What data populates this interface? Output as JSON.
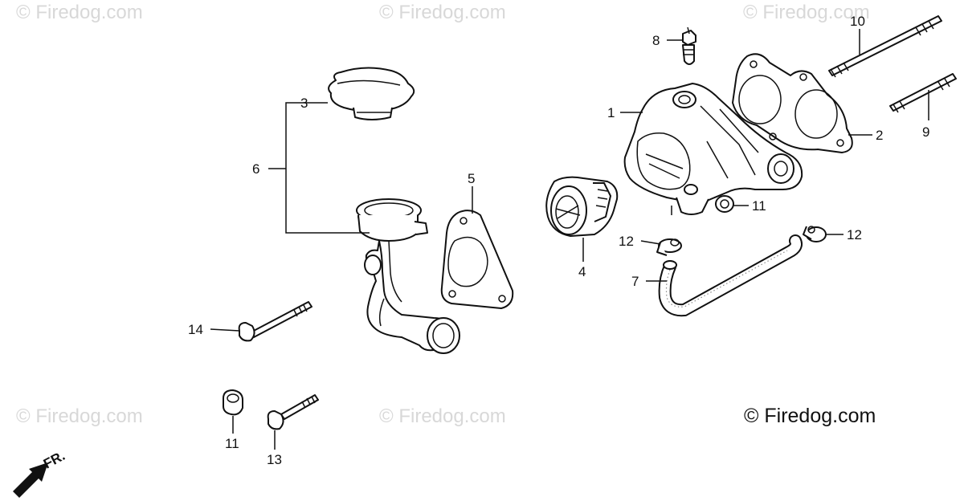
{
  "watermarks": [
    "© Firedog.com",
    "© Firedog.com",
    "© Firedog.com",
    "© Firedog.com",
    "© Firedog.com"
  ],
  "brand_mark": "© Firedog.com",
  "direction_label": "FR.",
  "callouts": {
    "c1": "1",
    "c2": "2",
    "c3": "3",
    "c4": "4",
    "c5": "5",
    "c6": "6",
    "c7": "7",
    "c8": "8",
    "c9": "9",
    "c10": "10",
    "c11a": "11",
    "c11b": "11",
    "c12a": "12",
    "c12b": "12",
    "c13": "13",
    "c14": "14"
  }
}
